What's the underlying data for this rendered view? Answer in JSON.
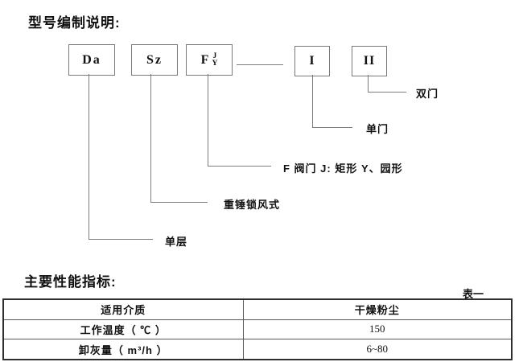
{
  "doc": {
    "title": "型号编制说明:",
    "section2_title": "主要性能指标:",
    "table_caption": "表一"
  },
  "diagram": {
    "boxes": [
      {
        "label": "Da"
      },
      {
        "label": "Sz"
      },
      {
        "label": "F",
        "sup": "J",
        "sub": "Y"
      },
      {
        "label": "I"
      },
      {
        "label": "II"
      }
    ],
    "callouts": {
      "double_door": "双门",
      "single_door": "单门",
      "valve_note": "F 阀门 J: 矩形  Y、园形",
      "hammer_lock": "重锤锁风式",
      "single_layer": "单层"
    }
  },
  "table": {
    "rows": [
      {
        "name": "适用介质",
        "value": "干燥粉尘"
      },
      {
        "name": "工作温度（ ℃ ）",
        "value": "150"
      },
      {
        "name": "卸灰量（ m³/h ）",
        "value": "6~80"
      }
    ]
  }
}
